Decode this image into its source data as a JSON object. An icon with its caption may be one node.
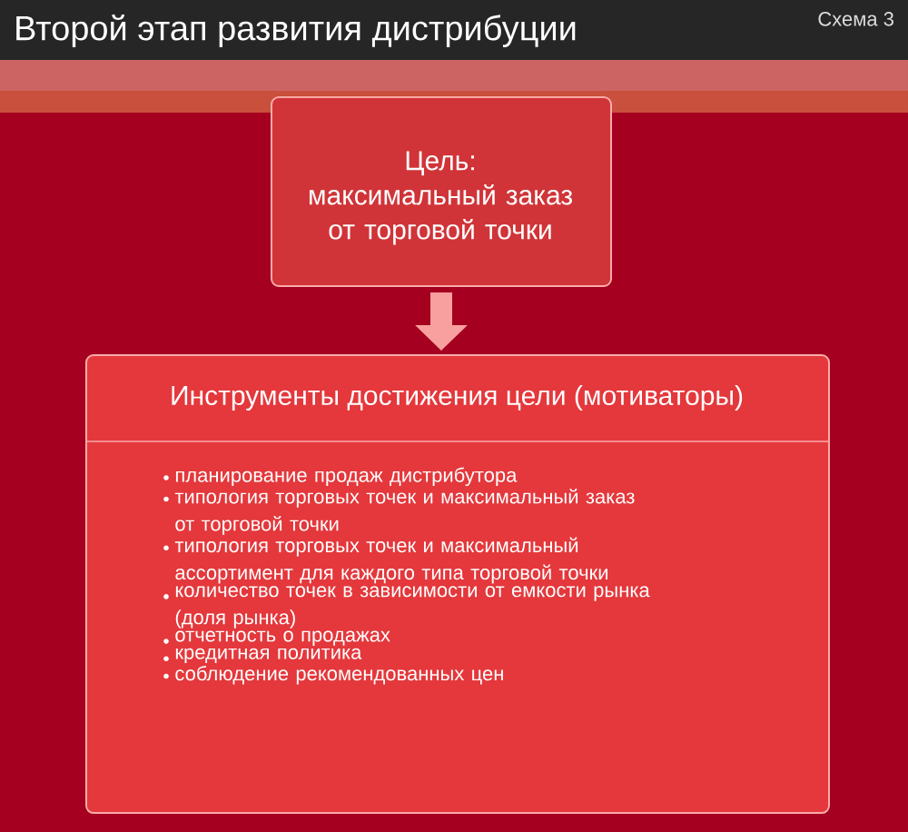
{
  "diagram": {
    "title": "Второй этап развития дистрибуции",
    "nodes": [
      {
        "text": [
          "Цель:",
          "максимальный заказ от торговой точки"
        ]
      },
      {
        "text": [
          "Инструменты достижения цели (мотиваторы)",
          "планирование продаж дистрибутора",
          "типология торговых точек и максимальный заказ от торговой точки",
          "типология торговых точек и максимальный ассортимент для каждого типа торговой точки",
          "количество точек в зависимости от емкости рынка (доля рынка)",
          "отчетность о продажах",
          "кредитная политика",
          "соблюдение рекомендованных цен"
        ]
      }
    ],
    "edges": [
      {
        "from": 0,
        "to": 1,
        "arrow": "to"
      }
    ],
    "labels": [
      "Схема 3"
    ]
  }
}
